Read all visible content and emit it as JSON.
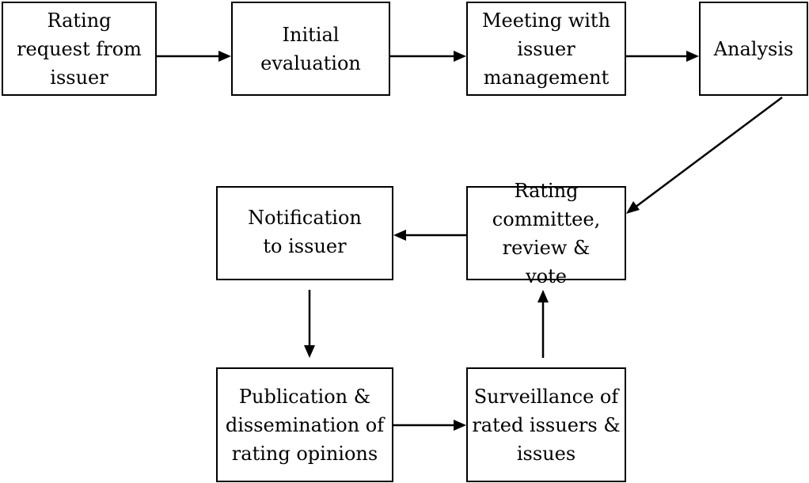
{
  "diagram": {
    "nodes": {
      "rating_request": "Rating request from issuer",
      "initial_evaluation": "Initial evaluation",
      "meeting": "Meeting with issuer management",
      "analysis": "Analysis",
      "committee": "Rating committee, review & vote",
      "notification": "Notification to issuer",
      "publication": "Publication & dissemination of rating opinions",
      "surveillance": "Surveillance of rated issuers & issues"
    },
    "edges": [
      [
        "rating_request",
        "initial_evaluation"
      ],
      [
        "initial_evaluation",
        "meeting"
      ],
      [
        "meeting",
        "analysis"
      ],
      [
        "analysis",
        "committee"
      ],
      [
        "committee",
        "notification"
      ],
      [
        "notification",
        "publication"
      ],
      [
        "publication",
        "surveillance"
      ],
      [
        "surveillance",
        "committee"
      ]
    ]
  }
}
